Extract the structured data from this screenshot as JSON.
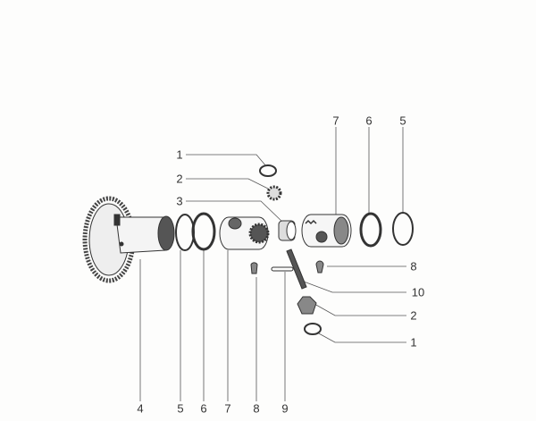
{
  "colors": {
    "ink": "#333333",
    "paper": "#fdfdfc"
  },
  "callouts": {
    "top_7": "7",
    "top_6": "6",
    "top_5": "5",
    "left_1": "1",
    "left_2": "2",
    "left_3": "3",
    "right_8": "8",
    "right_10": "10",
    "right_2": "2",
    "right_1": "1",
    "bottom_4": "4",
    "bottom_5": "5",
    "bottom_6": "6",
    "bottom_7": "7",
    "bottom_8": "8",
    "bottom_9": "9"
  }
}
